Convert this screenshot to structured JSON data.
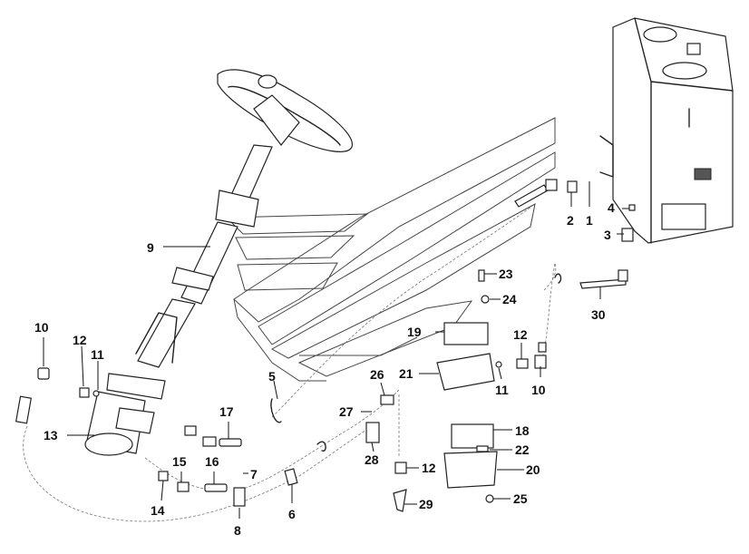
{
  "callouts": [
    {
      "id": "c1",
      "label": "1"
    },
    {
      "id": "c2",
      "label": "2"
    },
    {
      "id": "c3",
      "label": "3"
    },
    {
      "id": "c4",
      "label": "4"
    },
    {
      "id": "c5",
      "label": "5"
    },
    {
      "id": "c6",
      "label": "6"
    },
    {
      "id": "c7",
      "label": "7"
    },
    {
      "id": "c8",
      "label": "8"
    },
    {
      "id": "c9",
      "label": "9"
    },
    {
      "id": "c10a",
      "label": "10"
    },
    {
      "id": "c10b",
      "label": "10"
    },
    {
      "id": "c11a",
      "label": "11"
    },
    {
      "id": "c11b",
      "label": "11"
    },
    {
      "id": "c12a",
      "label": "12"
    },
    {
      "id": "c12b",
      "label": "12"
    },
    {
      "id": "c12c",
      "label": "12"
    },
    {
      "id": "c13",
      "label": "13"
    },
    {
      "id": "c14",
      "label": "14"
    },
    {
      "id": "c15",
      "label": "15"
    },
    {
      "id": "c16",
      "label": "16"
    },
    {
      "id": "c17",
      "label": "17"
    },
    {
      "id": "c18",
      "label": "18"
    },
    {
      "id": "c19",
      "label": "19"
    },
    {
      "id": "c20",
      "label": "20"
    },
    {
      "id": "c21",
      "label": "21"
    },
    {
      "id": "c22",
      "label": "22"
    },
    {
      "id": "c23",
      "label": "23"
    },
    {
      "id": "c24",
      "label": "24"
    },
    {
      "id": "c25",
      "label": "25"
    },
    {
      "id": "c26",
      "label": "26"
    },
    {
      "id": "c27",
      "label": "27"
    },
    {
      "id": "c28",
      "label": "28"
    },
    {
      "id": "c29",
      "label": "29"
    },
    {
      "id": "c30",
      "label": "30"
    }
  ]
}
